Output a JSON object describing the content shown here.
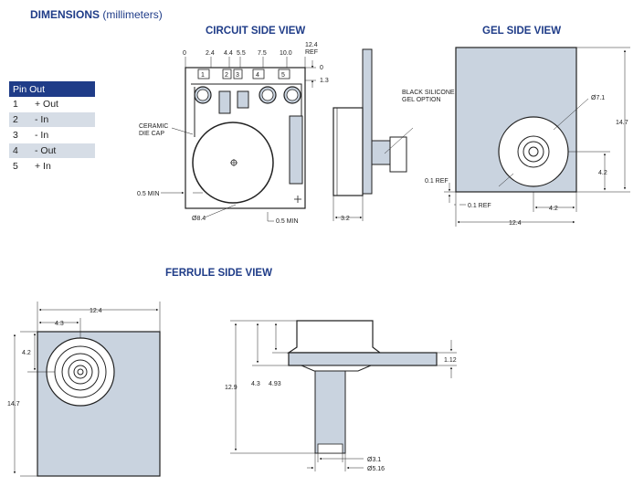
{
  "header": {
    "title": "DIMENSIONS",
    "subtitle": "(millimeters)"
  },
  "views": {
    "circuit": "CIRCUIT SIDE VIEW",
    "gel": "GEL SIDE VIEW",
    "ferrule": "FERRULE SIDE VIEW"
  },
  "pinout": {
    "header": "Pin Out",
    "rows": [
      {
        "num": "1",
        "label": "+ Out"
      },
      {
        "num": "2",
        "label": "- In"
      },
      {
        "num": "3",
        "label": "- In"
      },
      {
        "num": "4",
        "label": "- Out"
      },
      {
        "num": "5",
        "label": "+ In"
      }
    ]
  },
  "circuit_dims": {
    "top_0": "0",
    "top_24": "2.4",
    "top_44": "4.4",
    "top_55": "5.5",
    "top_75": "7.5",
    "top_100": "10.0",
    "top_124": "12.4",
    "top_ref": "REF",
    "right_0": "0",
    "right_13": "1.3",
    "pin1": "1",
    "pin2": "2",
    "pin3": "3",
    "pin4": "4",
    "pin5": "5",
    "ceramic1": "CERAMIC",
    "ceramic2": "DIE CAP",
    "min_left": "0.5 MIN",
    "dia": "Ø8.4",
    "min_bottom": "0.5 MIN",
    "side_width": "3.2",
    "silicone1": "BLACK SILICONE",
    "silicone2": "GEL OPTION"
  },
  "gel_dims": {
    "dia": "Ø7.1",
    "height": "14.7",
    "v42": "4.2",
    "h42": "4.2",
    "ref_v": "0.1 REF",
    "ref_h": "0.1 REF",
    "width": "12.4"
  },
  "ferrule_dims": {
    "width": "12.4",
    "h43": "4.3",
    "v42": "4.2",
    "height": "14.7",
    "total": "12.9",
    "d43": "4.3",
    "d493": "4.93",
    "flange": "1.12",
    "dia31": "Ø3.1",
    "dia516": "Ø5.16"
  },
  "colors": {
    "title": "#1f3c88",
    "part_fill": "#c9d3df",
    "stroke": "#222222"
  }
}
